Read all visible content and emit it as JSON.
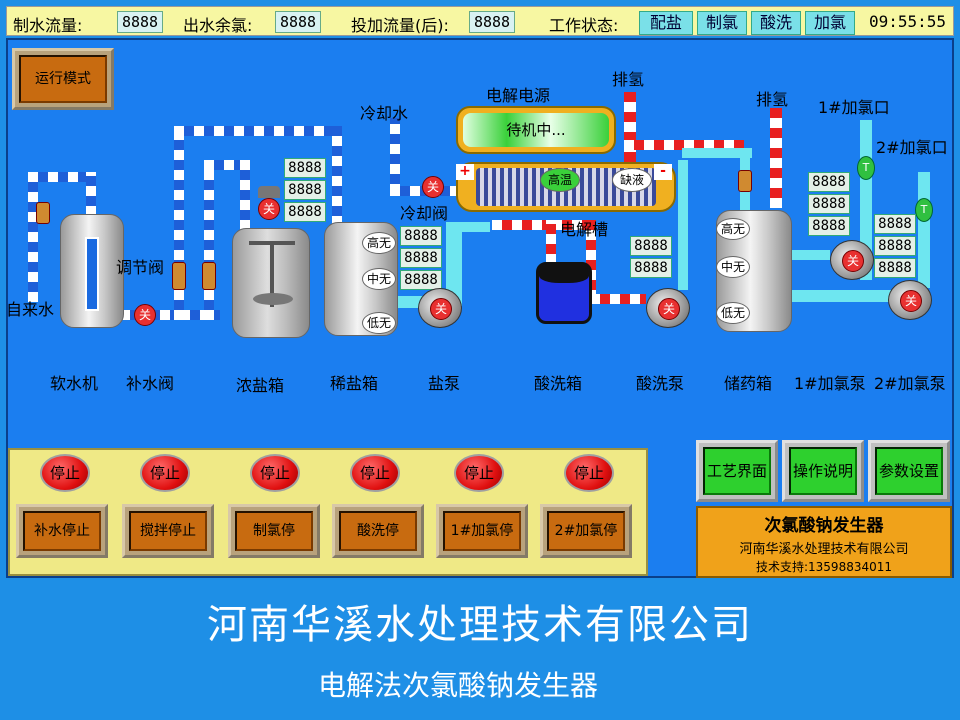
{
  "topbar": {
    "prod_flow_label": "制水流量:",
    "prod_flow_value": "8888",
    "residual_cl_label": "出水余氯:",
    "residual_cl_value": "8888",
    "dosing_flow_label": "投加流量(后):",
    "dosing_flow_value": "8888",
    "work_state_label": "工作状态:",
    "states": [
      "配盐",
      "制氯",
      "酸洗",
      "加氯"
    ],
    "clock": "09:55:55"
  },
  "run_mode_label": "运行模式",
  "process": {
    "electrolysis_power": "电解电源",
    "power_status": "待机中...",
    "hydrogen_vent_1": "排氢",
    "hydrogen_vent_2": "排氢",
    "cooling_water": "冷却水",
    "cooling_valve": "冷却阀",
    "electrolytic_cell": "电解槽",
    "high_temp": "高温",
    "low_liquid": "缺液",
    "tap_water": "自来水",
    "regulating_valve": "调节阀",
    "dosing_port_1": "1#加氯口",
    "dosing_port_2": "2#加氯口",
    "valve_closed": "关",
    "green_valve": "T",
    "level_high": "高无",
    "level_mid": "中无",
    "level_low": "低无",
    "value_placeholder": "8888",
    "plus": "+",
    "minus": "-"
  },
  "equipment_labels": [
    "软水机",
    "补水阀",
    "浓盐箱",
    "稀盐箱",
    "盐泵",
    "酸洗箱",
    "酸洗泵",
    "储药箱",
    "1#加氯泵",
    "2#加氯泵"
  ],
  "controls": {
    "lamp_label": "停止",
    "buttons": [
      "补水停止",
      "搅拌停止",
      "制氯停",
      "酸洗停",
      "1#加氯停",
      "2#加氯停"
    ]
  },
  "nav": [
    "工艺界面",
    "操作说明",
    "参数设置"
  ],
  "company_box": {
    "product": "次氯酸钠发生器",
    "company": "河南华溪水处理技术有限公司",
    "support": "技术支持:13598834011"
  },
  "footer": {
    "company": "河南华溪水处理技术有限公司",
    "product": "电解法次氯酸钠发生器"
  },
  "colors": {
    "background": "#1e8fe6",
    "panel": "#1b7ef0",
    "status_bar": "#f7f7a2",
    "control_panel": "#efe986",
    "button_orange": "#c86b10",
    "nav_green": "#2ed02e",
    "alarm_red": "#e01010"
  }
}
